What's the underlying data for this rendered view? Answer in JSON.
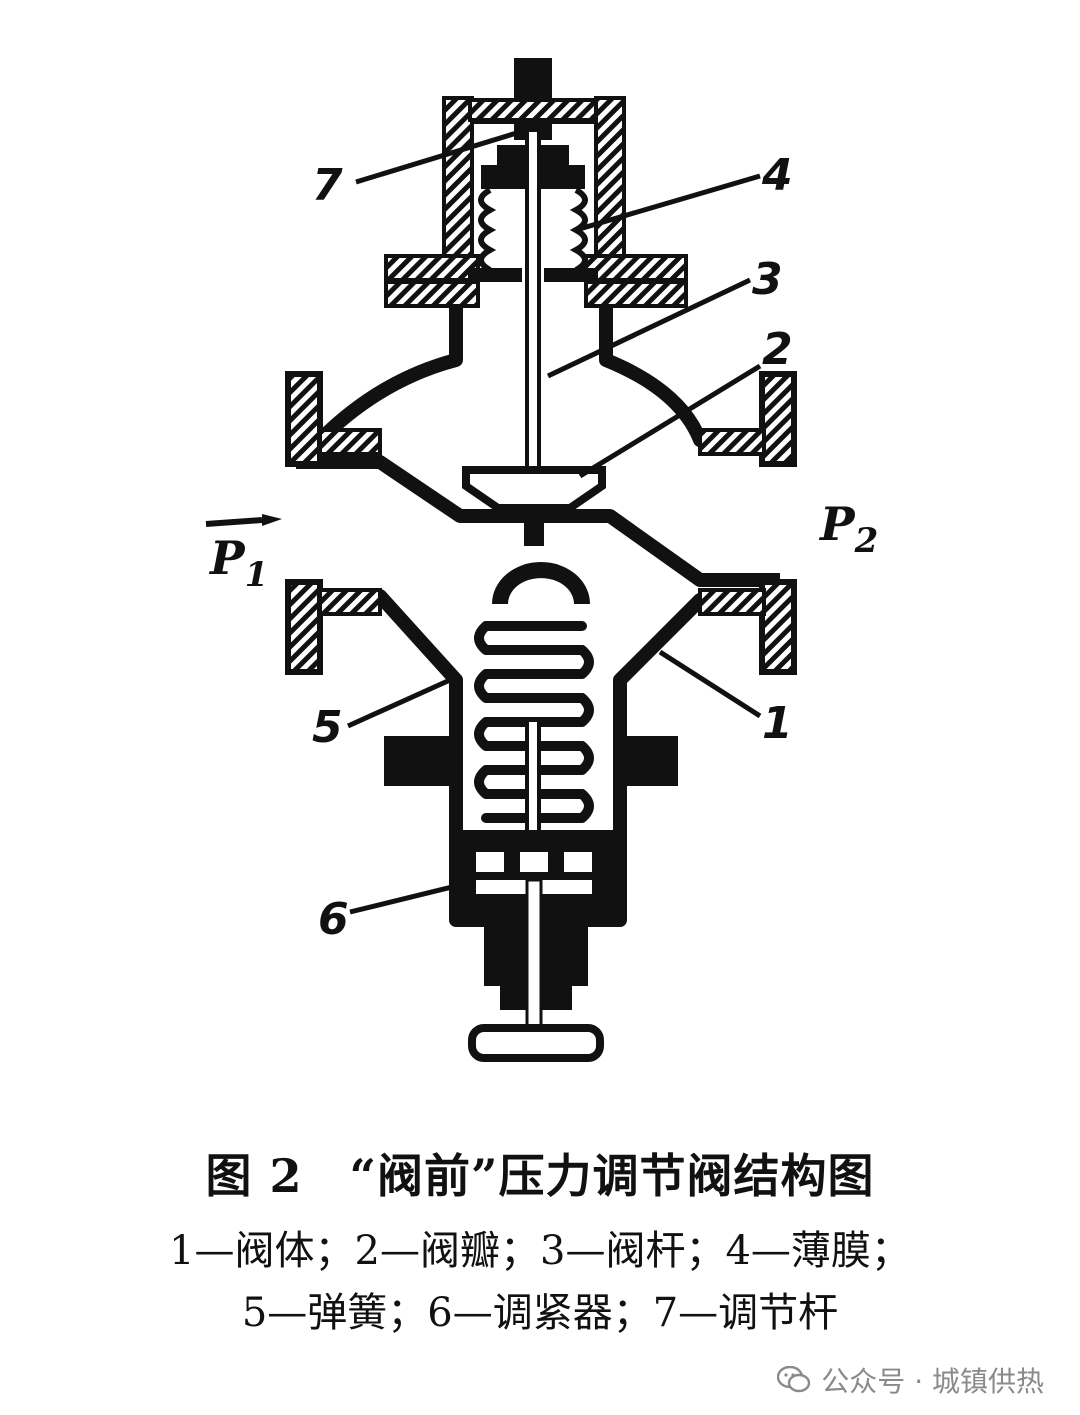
{
  "diagram": {
    "part_labels": [
      "7",
      "4",
      "3",
      "2",
      "1",
      "5",
      "6"
    ],
    "p1": {
      "main": "P",
      "sub": "1"
    },
    "p2": {
      "main": "P",
      "sub": "2"
    }
  },
  "caption": {
    "title": "图 2　“阀前”压力调节阀结构图",
    "legend_line1": "1—阀体；2—阀瓣；3—阀杆；4—薄膜；",
    "legend_line2": "5—弹簧；6—调紧器；7—调节杆"
  },
  "watermark": {
    "text": "公众号 · 城镇供热",
    "icon": "wechat-icon",
    "color": "#8a8a8a"
  },
  "colors": {
    "ink": "#111111",
    "paper": "#ffffff"
  }
}
